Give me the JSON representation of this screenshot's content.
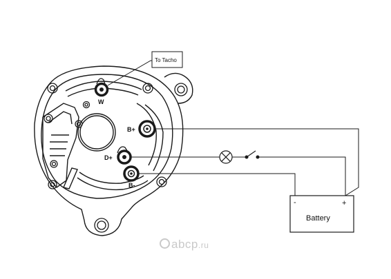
{
  "labels": {
    "to_tacho": "To Tacho",
    "terminal_w": "W",
    "terminal_b_plus": "B+",
    "terminal_d_plus": "D+",
    "terminal_b_minus": "B-",
    "battery": "Battery",
    "battery_minus": "-",
    "battery_plus": "+"
  },
  "watermark": {
    "brand": "abcp",
    "tld": ".ru"
  },
  "colors": {
    "line": "#1a1a1a",
    "watermark": "#c9c9c9"
  }
}
